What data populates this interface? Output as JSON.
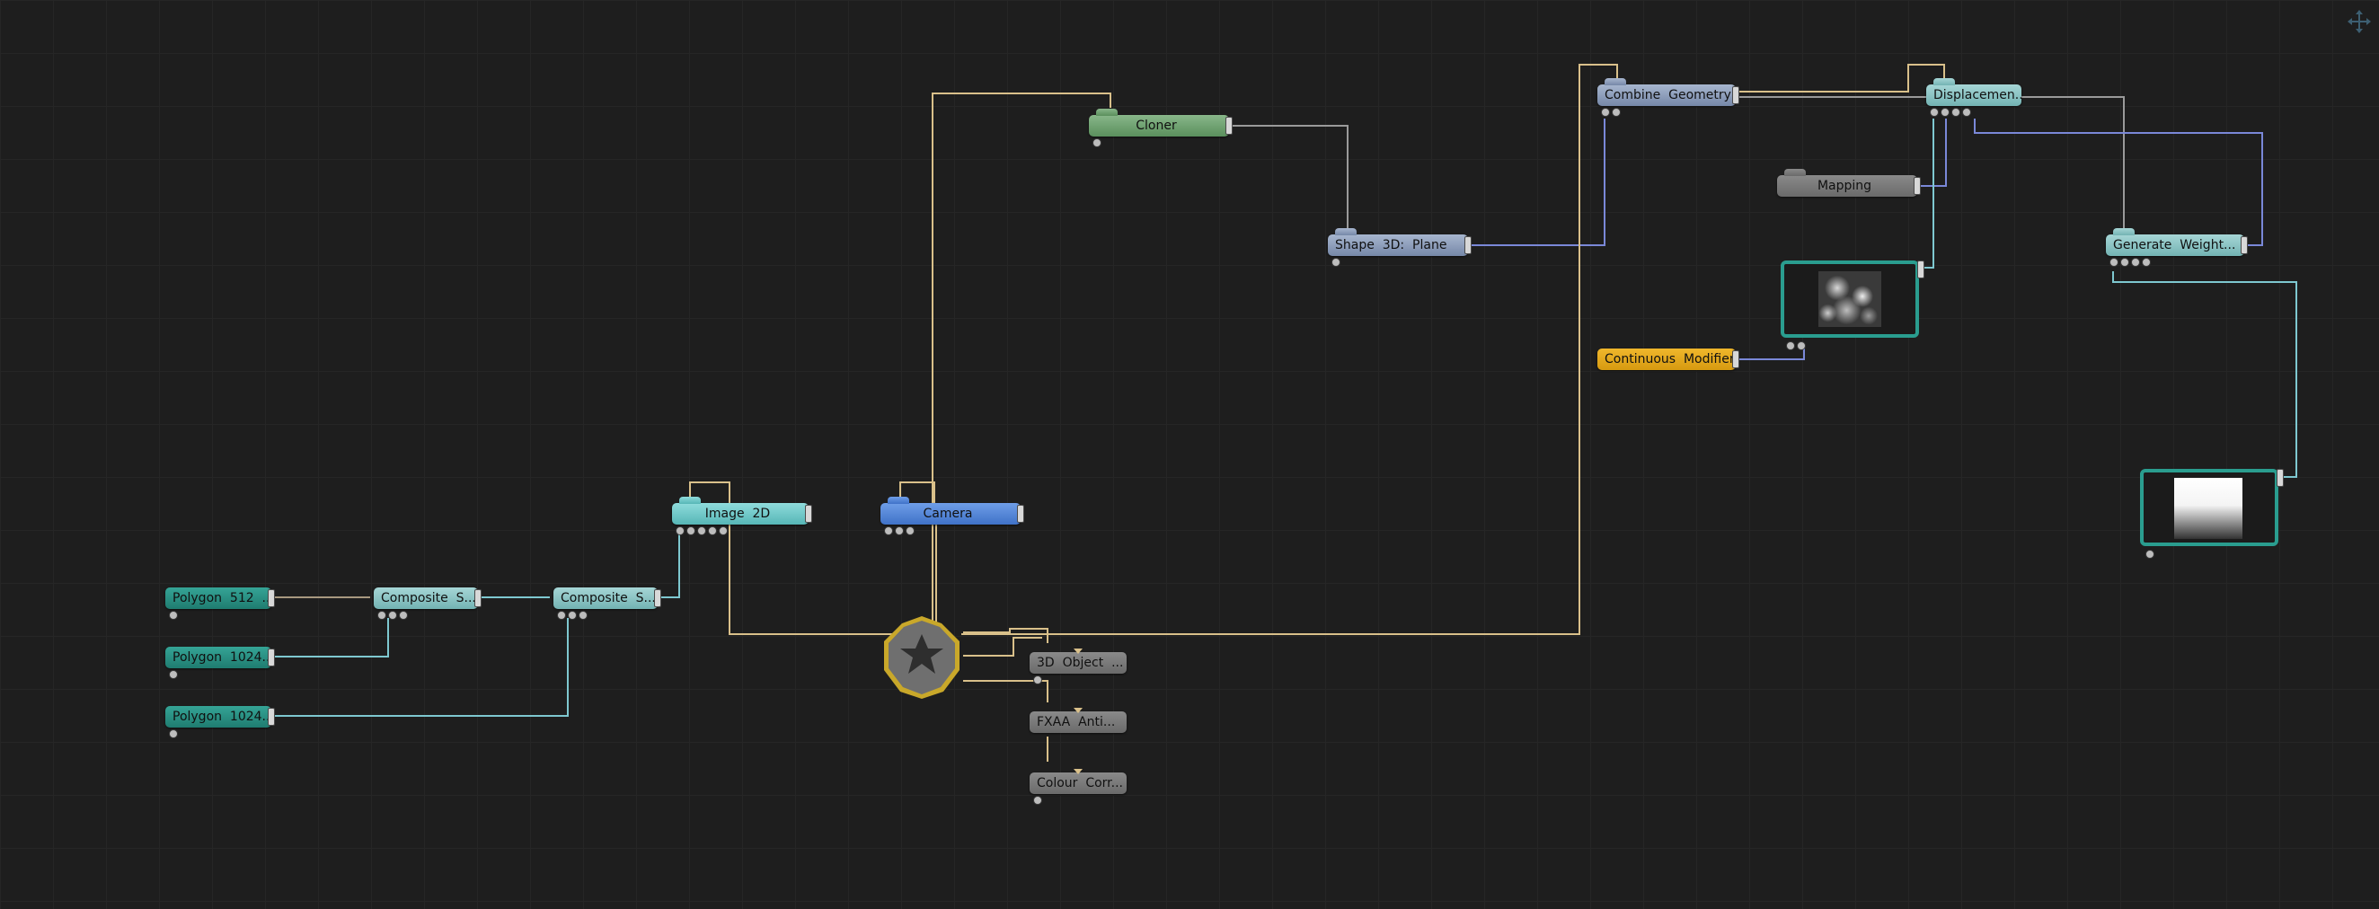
{
  "nodes": {
    "polygon_512": "Polygon  512  ...",
    "polygon_1024_a": "Polygon  1024...",
    "polygon_1024_b": "Polygon  1024...",
    "composite_1": "Composite  S...",
    "composite_2": "Composite  S...",
    "image_2d": "Image  2D",
    "camera": "Camera",
    "cloner": "Cloner",
    "shape_3d_plane": "Shape  3D:  Plane",
    "combine_geometry": "Combine  Geometry",
    "displacement": "Displacemen...",
    "mapping": "Mapping",
    "generate_weight": "Generate  Weight...",
    "continuous_modifier": "Continuous  Modifier",
    "object_3d": "3D  Object  ...",
    "fxaa": "FXAA  Anti...",
    "colour_corr": "Colour  Corr..."
  },
  "icons": {
    "root": "star-cog-icon",
    "move": "move-arrows-icon"
  },
  "colors": {
    "background": "#1e1e1e",
    "wire_gold": "#d9c08a",
    "wire_cyan": "#7ec8d0",
    "wire_blue": "#7a88d8",
    "wire_grey": "#9a9a9a",
    "node_teal": "#2a9d8f",
    "node_blue": "#4a7fd6",
    "node_gold": "#e0a81c"
  }
}
